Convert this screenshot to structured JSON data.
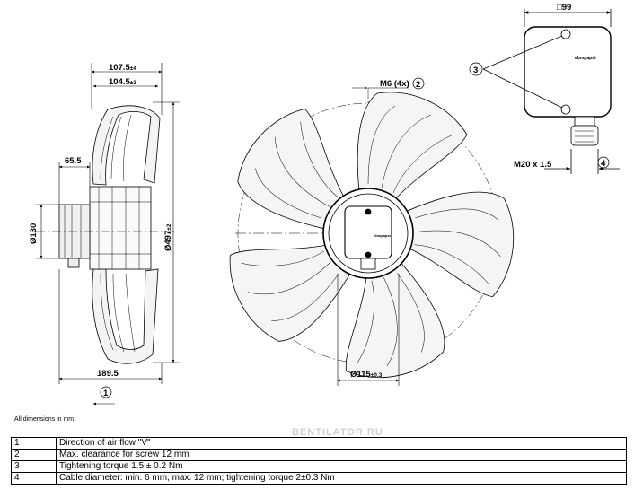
{
  "side_view": {
    "dim_top_outer": "107.5",
    "dim_top_outer_tol": "±4",
    "dim_top_inner": "104.5",
    "dim_top_inner_tol": "±3",
    "dim_hub_offset": "65.5",
    "dim_hub_diameter": "Ø130",
    "dim_fan_diameter": "Ø497",
    "dim_fan_diameter_tol": "±2",
    "dim_bottom_width": "189.5",
    "airflow_callout": "1"
  },
  "front_view": {
    "screw_label": "M6 (4x)",
    "screw_callout": "2",
    "hub_diameter": "Ø115",
    "hub_diameter_tol": "±0.3",
    "hub_brand": "ebmpapst"
  },
  "terminal_box": {
    "width_symbol": "□",
    "width": "99",
    "brand": "ebmpapst",
    "torque_callout": "3",
    "cable_gland": "M20 x 1.5",
    "cable_callout": "4"
  },
  "footer": {
    "units_note": "All dimensions in mm.",
    "watermark": "BENTILATOR.RU"
  },
  "legend": [
    {
      "num": "1",
      "text": "Direction of air flow \"V\""
    },
    {
      "num": "2",
      "text": "Max. clearance for screw 12 mm"
    },
    {
      "num": "3",
      "text": "Tightening torque 1.5 ± 0.2 Nm"
    },
    {
      "num": "4",
      "text": "Cable diameter: min. 6 mm, max. 12 mm; tightening torque 2±0.3 Nm"
    }
  ]
}
